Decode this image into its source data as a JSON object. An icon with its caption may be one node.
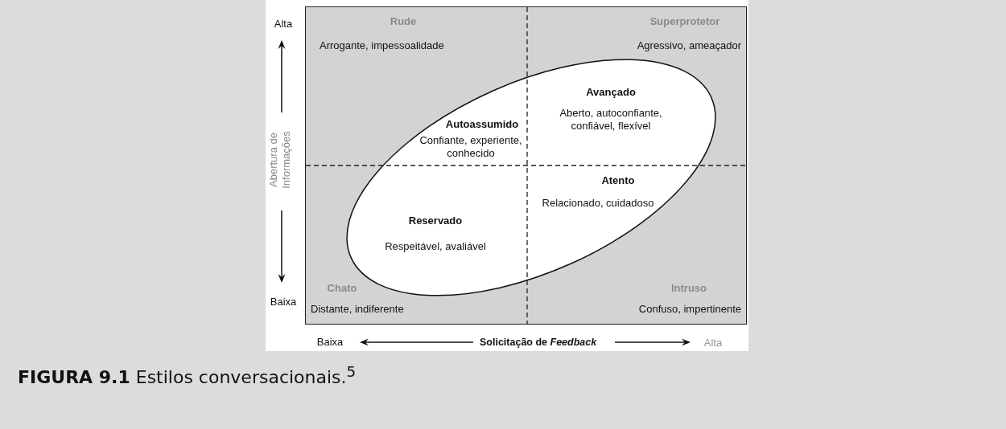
{
  "diagram": {
    "caption": "**FIGURA 9.1** Estilos conversacionais.$^{5}$",
    "nodes": [
      {
        "text": [
          "Rude",
          "Arrogante, impessoalidade",
          "Superprotetor",
          "Agressivo, ameaçador",
          "Chato",
          "Distante, indiferente",
          "Intruso",
          "Confuso, impertinente"
        ]
      },
      {
        "text": [
          "Avançado",
          "Autoassumido",
          "Aberto, autoconfiante, confiável, flexível",
          "Confiante, experiente, conhecido",
          "Atento",
          "Relacionado, cuidadoso",
          "Reservado",
          "Respeitável, avaliável"
        ],
        "in": 0
      }
    ],
    "edges": [],
    "labels": [
      "Alta",
      "Abertura de Informações",
      "Baixa",
      "Baixa",
      "Solicitação de *Feedback*",
      "Alta"
    ]
  }
}
